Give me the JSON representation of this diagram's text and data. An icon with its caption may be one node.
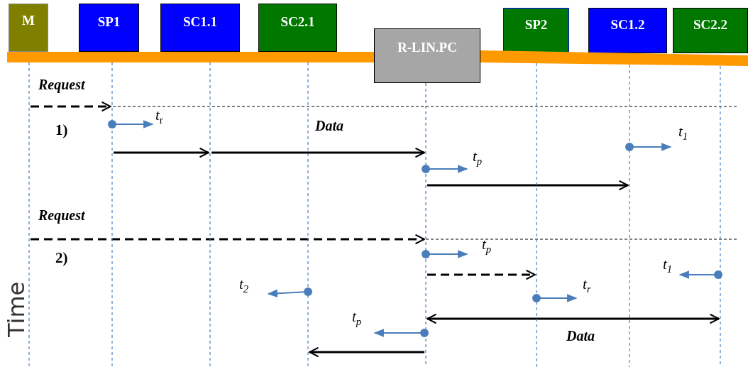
{
  "diagram": {
    "nodes": [
      {
        "text": [
          "M"
        ]
      },
      {
        "text": [
          "SP1"
        ]
      },
      {
        "text": [
          "SC1.1"
        ]
      },
      {
        "text": [
          "SC2.1"
        ]
      },
      {
        "text": [
          "R-LIN.PC"
        ]
      },
      {
        "text": [
          "SP2"
        ]
      },
      {
        "text": [
          "SC1.2"
        ]
      },
      {
        "text": [
          "SC2.2"
        ]
      },
      {
        "text": [],
        "shape": "bar"
      },
      {
        "text": [],
        "shape": "line"
      },
      {
        "text": [],
        "shape": "line"
      },
      {
        "text": [],
        "shape": "line"
      },
      {
        "text": [],
        "shape": "line"
      },
      {
        "text": [],
        "shape": "line"
      },
      {
        "text": [],
        "shape": "line"
      },
      {
        "text": [],
        "shape": "line"
      },
      {
        "text": [],
        "shape": "line"
      }
    ],
    "edges": [
      {
        "from": 9,
        "to": 10,
        "arrow": "to",
        "label": "Request",
        "style": "dashed"
      },
      {
        "from": 10,
        "to": 11,
        "arrow": "to"
      },
      {
        "from": 11,
        "to": 13,
        "arrow": "to",
        "label": "Data"
      },
      {
        "from": 13,
        "to": 15,
        "arrow": "to"
      },
      {
        "from": 9,
        "to": 13,
        "arrow": "to",
        "label": "Request",
        "style": "dashed"
      },
      {
        "from": 13,
        "to": 14,
        "arrow": "to",
        "style": "dashed"
      },
      {
        "from": 13,
        "to": 16,
        "arrow": "both",
        "label": "Data"
      },
      {
        "from": 13,
        "to": 12,
        "arrow": "to"
      }
    ],
    "labels": [
      "1)",
      "*t*$_{r}$",
      "t$_{1}$",
      "t$_{p}$",
      "2)",
      "t$_{p}$",
      "t$_{1}$",
      "t$_{2}$",
      "t$_{r}$",
      "t$_{p}$",
      "Time"
    ]
  }
}
